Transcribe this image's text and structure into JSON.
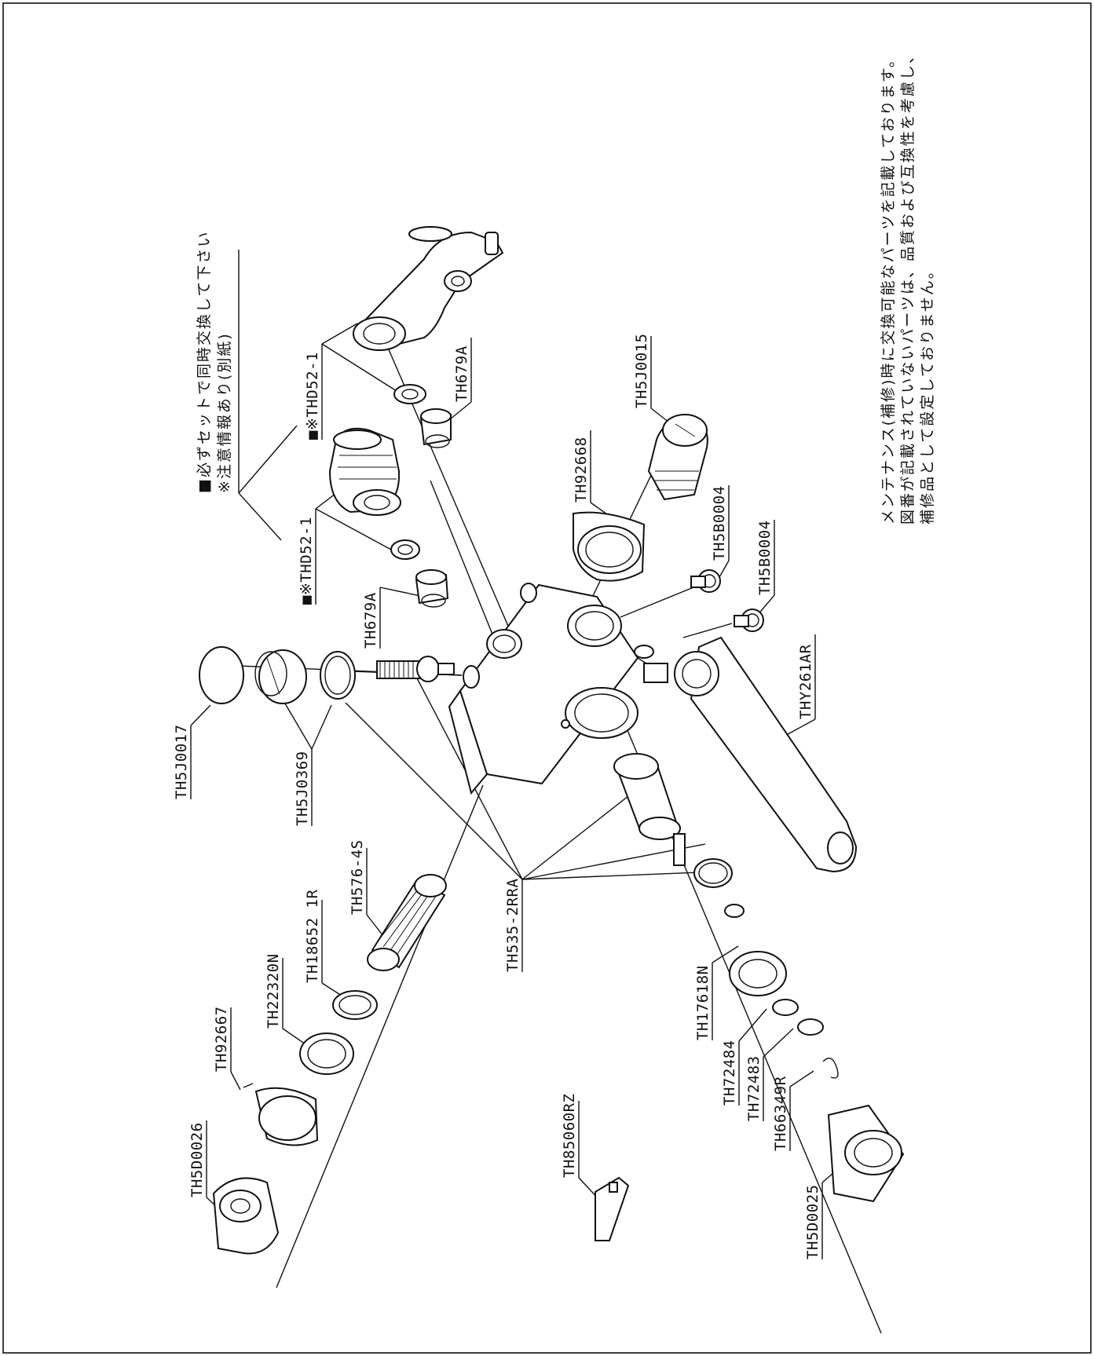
{
  "notes": {
    "maintenance_line1": "メンテナンス(補修)時に交換可能なパーツを記載しております。",
    "maintenance_line2": "図番が記載されていないパーツは、品質および互換性を考慮し、",
    "maintenance_line3": "補修品として設定しておりません。",
    "set_line1": "■必ずセットで同時交換して下さい",
    "set_line2": "※注意情報あり(別紙)"
  },
  "parts": {
    "thd52_upper": "■※THD52-1",
    "thd52_lower": "■※THD52-1",
    "th679a_upper": "TH679A",
    "th679a_lower": "TH679A",
    "th5j0015": "TH5J0015",
    "th92668": "TH92668",
    "th5b0004_a": "TH5B0004",
    "th5b0004_b": "TH5B0004",
    "thy261ar": "THY261AR",
    "th5j0017": "TH5J0017",
    "th5j0369": "TH5J0369",
    "th576_4s": "TH576-4S",
    "th18652_1r": "TH18652 1R",
    "th22320n": "TH22320N",
    "th92667": "TH92667",
    "th5d0026": "TH5D0026",
    "th535_2rra": "TH535-2RRA",
    "th17618n": "TH17618N",
    "th72484": "TH72484",
    "th72483": "TH72483",
    "th66349r": "TH66349R",
    "th5d0025": "TH5D0025",
    "th85060rz": "TH85060RZ"
  }
}
